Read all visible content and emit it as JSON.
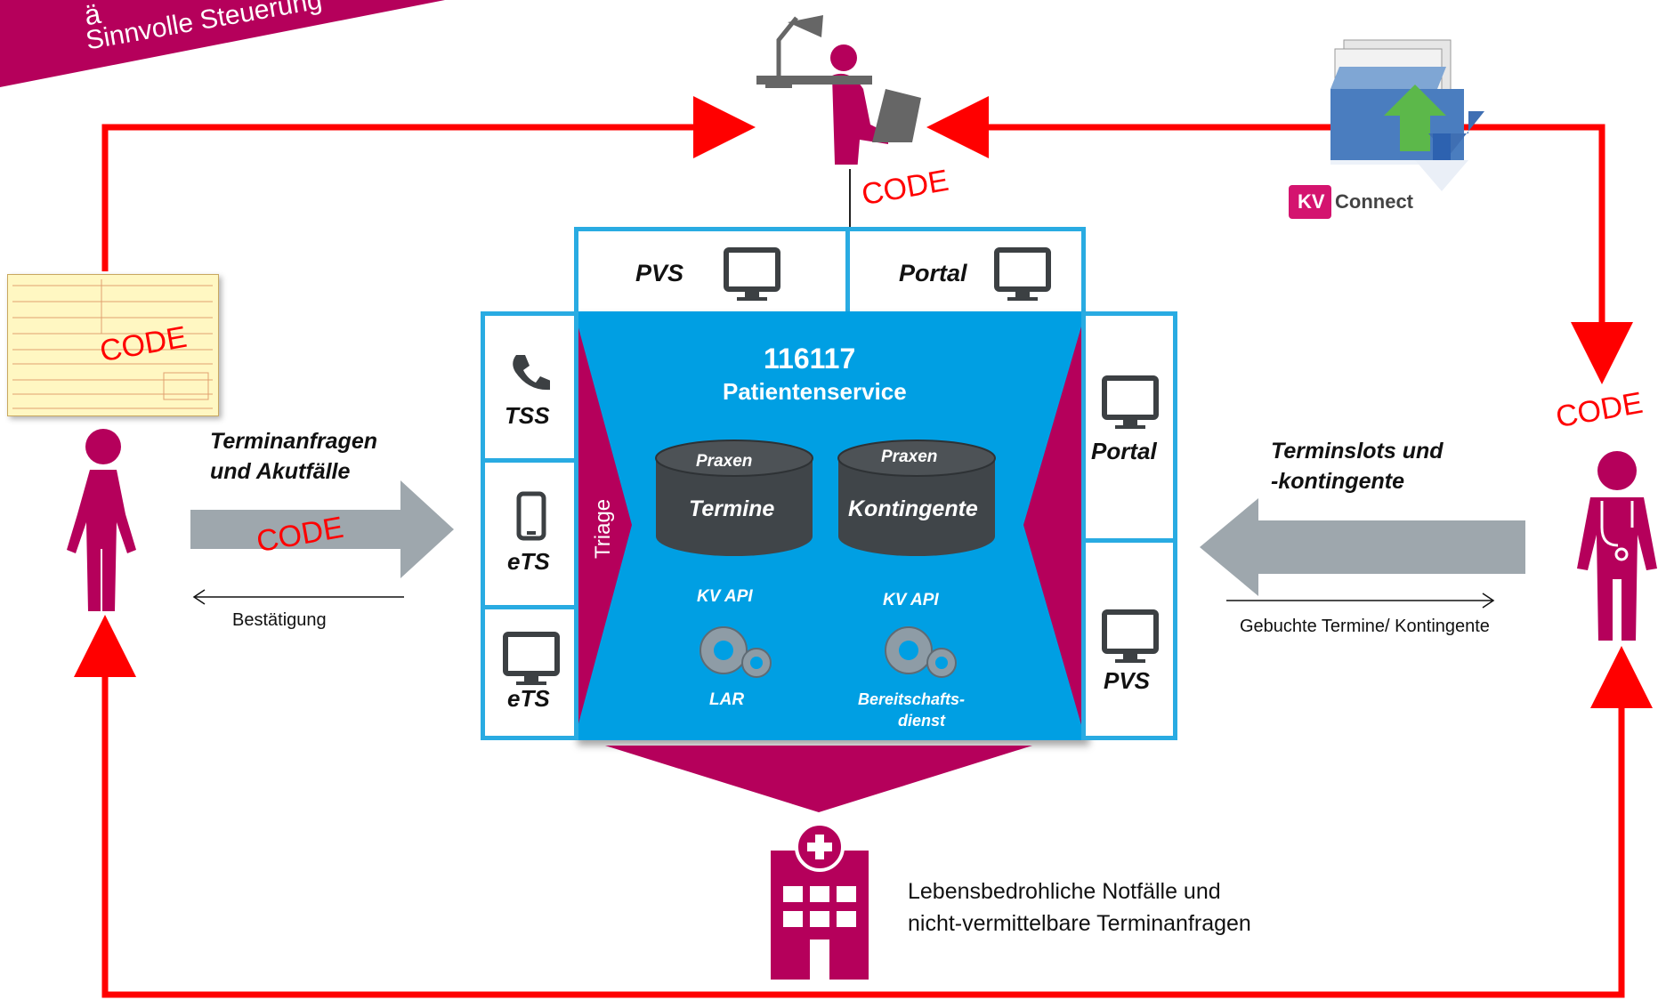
{
  "banner": {
    "line1": "ä",
    "line2": "Sinnvolle Steuerung"
  },
  "center": {
    "number": "116117",
    "title": "Patientenservice",
    "triage": "Triage",
    "db1": {
      "top": "Praxen",
      "main": "Termine"
    },
    "db2": {
      "top": "Praxen",
      "main": "Kontingente"
    },
    "api1": {
      "top": "KV API",
      "bottom": "LAR"
    },
    "api2": {
      "top": "KV API",
      "bottom_line1": "Bereitschafts-",
      "bottom_line2": "dienst"
    }
  },
  "top_boxes": {
    "pvs": "PVS",
    "portal": "Portal"
  },
  "left_boxes": {
    "tss": "TSS",
    "ets_mobile": "eTS",
    "ets_desktop": "eTS"
  },
  "right_boxes": {
    "portal": "Portal",
    "pvs": "PVS"
  },
  "left_flow": {
    "title_line1": "Terminanfragen",
    "title_line2": "und Akutfälle",
    "confirm": "Bestätigung"
  },
  "right_flow": {
    "title_line1": "Terminslots und",
    "title_line2": "-kontingente",
    "booked": "Gebuchte Termine/ Kontingente"
  },
  "hospital": {
    "line1": "Lebensbedrohliche Notfälle und",
    "line2": "nicht-vermittelbare Terminanfragen"
  },
  "codes": {
    "top": "CODE",
    "form": "CODE",
    "arrow": "CODE",
    "doctor": "CODE"
  },
  "kv_connect": {
    "brand": "KV",
    "word": "Connect"
  },
  "colors": {
    "magenta": "#b5005b",
    "blue": "#009fe3",
    "border_blue": "#29abe2",
    "red": "#ff0000",
    "grey_arrow": "#9ea7ad",
    "db_dark": "#404549"
  }
}
